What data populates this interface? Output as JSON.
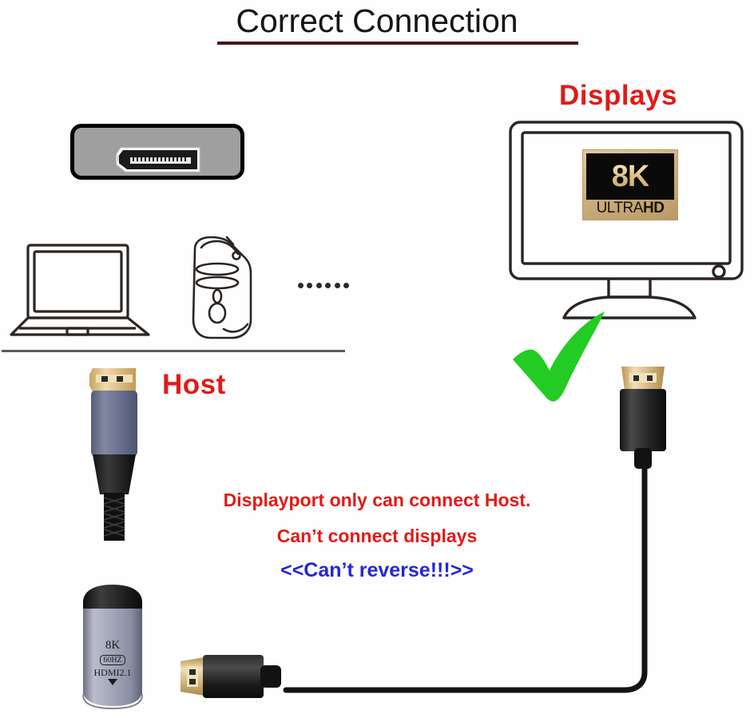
{
  "title": {
    "text": "Correct Connection",
    "underline_color": "#4a1418",
    "color": "#151515"
  },
  "labels": {
    "displays": "Displays",
    "host": "Host",
    "red_color": "#e01b17",
    "blue_color": "#2626d8"
  },
  "warnings": {
    "line1": "Displayport only can connect Host.",
    "line2": "Can’t connect displays",
    "line3": "<<Can’t reverse!!!>>"
  },
  "badge": {
    "resolution": "8K",
    "ultra": "ULTRA",
    "hd": "HD",
    "gold": "#cdb07f",
    "black": "#0a0a0a"
  },
  "adapter": {
    "resolution": "8K",
    "refresh": "60HZ",
    "standard": "HDMI2.1",
    "body_color": "#a5a8b8"
  },
  "icons": {
    "dp_socket": "displayport-socket-icon",
    "laptop": "laptop-icon",
    "camera": "camera-device-icon",
    "ellipsis": "ellipsis-dots-icon",
    "monitor": "monitor-icon",
    "check": "green-checkmark-icon",
    "dp_plug": "displayport-plug-icon",
    "hdmi_plug": "hdmi-plug-icon"
  },
  "colors": {
    "check_green": "#22cc22",
    "gold_pin": "#d4b068",
    "cable_black": "#141414",
    "plug_metal": "#6f7690"
  }
}
